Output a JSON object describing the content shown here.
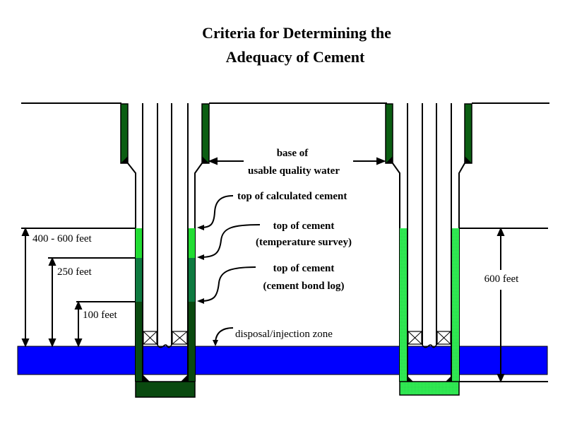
{
  "title": {
    "line1": "Criteria for Determining the",
    "line2": "Adequacy of Cement"
  },
  "labels": {
    "base_of_usable_water_1": "base of",
    "base_of_usable_water_2": "usable quality water",
    "top_calculated_cement": "top of calculated cement",
    "top_cement_temp_1": "top of cement",
    "top_cement_temp_2": "(temperature survey)",
    "top_cement_cbl_1": "top of cement",
    "top_cement_cbl_2": "(cement bond log)",
    "injection_zone": "disposal/injection zone"
  },
  "dimensions": {
    "left_outer": "400 - 600 feet",
    "left_middle": "250 feet",
    "left_inner": "100 feet",
    "right": "600 feet"
  },
  "colors": {
    "surface_casing_cement": "#0b5e12",
    "calculated_cement": "#22dd33",
    "temperature_survey_cement": "#0e7a40",
    "bond_log_cement": "#0a4a10",
    "right_well_cement": "#33ee55",
    "injection_zone": "#0000ff"
  }
}
